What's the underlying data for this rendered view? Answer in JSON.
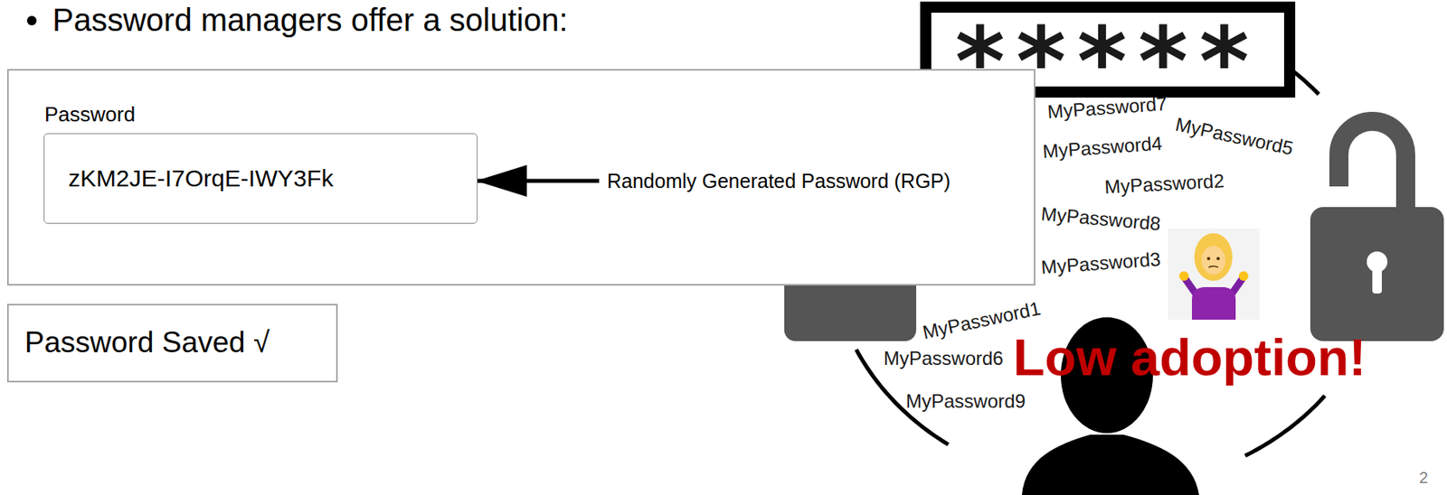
{
  "diagram": {
    "title": "Password managers offer a solution:",
    "nodes": [
      {
        "text": [
          "Password"
        ]
      },
      {
        "text": [
          "zKM2JE-I7OrqE-IWY3Fk"
        ],
        "in": 0
      },
      {
        "text": [
          "Randomly Generated Password (RGP)"
        ],
        "in": 0
      },
      {
        "text": [
          "Password Saved √"
        ]
      }
    ],
    "edges": [
      {
        "from": 2,
        "to": 1,
        "arrow": "to"
      }
    ],
    "labels": [
      "*****",
      "MyPassword7",
      "MyPassword5",
      "MyPassword4",
      "MyPassword2",
      "MyPassword8",
      "MyPassword3",
      "MyPassword1",
      "MyPassword6",
      "MyPassword9",
      "Low adoption!",
      "2"
    ]
  }
}
